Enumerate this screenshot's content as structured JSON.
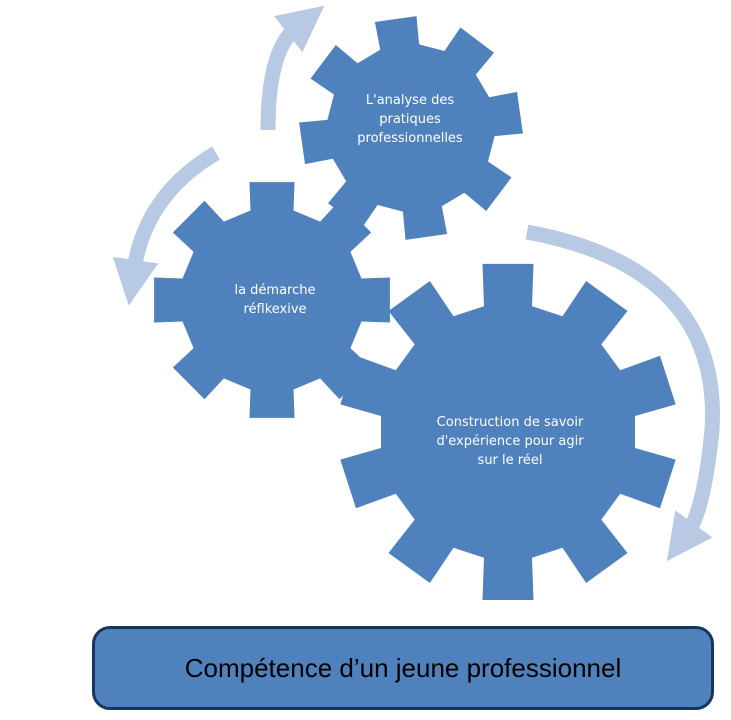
{
  "colors": {
    "gear": "#4f81bd",
    "arrow": "#b8c9e3",
    "caption_border": "#17365d",
    "caption_fill": "#4f81bd"
  },
  "gears": [
    {
      "lines": [
        "L'analyse des",
        "pratiques",
        "professionnelles"
      ]
    },
    {
      "lines": [
        "la démarche",
        "réflkexive"
      ]
    },
    {
      "lines": [
        "Construction de savoir",
        "d'expérience pour agir",
        "sur le réel"
      ]
    }
  ],
  "caption": {
    "text": "Compétence d’un jeune professionnel"
  }
}
